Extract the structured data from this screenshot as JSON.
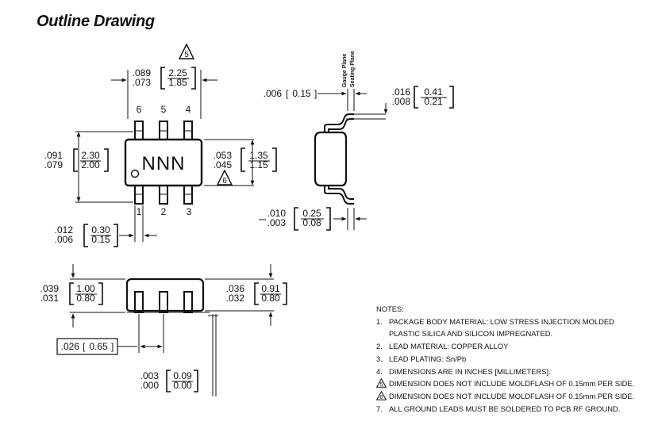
{
  "title": "Outline Drawing",
  "top_view": {
    "marking": "NNN",
    "pins_top": [
      "6",
      "5",
      "4"
    ],
    "pins_bottom": [
      "1",
      "2",
      "3"
    ],
    "lead_span": {
      "inch_max": ".089",
      "inch_min": ".073",
      "mm_max": "2.25",
      "mm_min": "1.85"
    },
    "overall_width": {
      "inch_max": ".091",
      "inch_min": ".079",
      "mm_max": "2.30",
      "mm_min": "2.00"
    },
    "body_width": {
      "inch_max": ".053",
      "inch_min": ".045",
      "mm_max": "1.35",
      "mm_min": "1.15"
    },
    "lead_width": {
      "inch_max": ".012",
      "inch_min": ".006",
      "mm_max": "0.30",
      "mm_min": "0.15"
    },
    "note_ref_top": "5",
    "note_ref_body": "6"
  },
  "side_view": {
    "gauge_plane": "Gauge Plane",
    "seating_plane": "Seating Plane",
    "gauge": {
      "inch": ".006",
      "mm": "0.15"
    },
    "foot_length": {
      "inch_max": ".016",
      "inch_min": ".008",
      "mm_max": "0.41",
      "mm_min": "0.21"
    },
    "lead_thickness": {
      "inch_max": ".010",
      "inch_min": ".003",
      "mm_max": "0.25",
      "mm_min": "0.08"
    }
  },
  "front_view": {
    "total_height": {
      "inch_max": ".039",
      "inch_min": ".031",
      "mm_max": "1.00",
      "mm_min": "0.80"
    },
    "body_height": {
      "inch_max": ".036",
      "inch_min": ".032",
      "mm_max": "0.91",
      "mm_min": "0.80"
    },
    "pitch": {
      "inch": ".026",
      "mm": "0.65"
    },
    "standoff": {
      "inch_max": ".003",
      "inch_min": ".000",
      "mm_max": "0.09",
      "mm_min": "0.00"
    }
  },
  "notes": {
    "heading": "NOTES:",
    "items": [
      {
        "num": "1.",
        "text": "PACKAGE BODY MATERIAL: LOW STRESS INJECTION MOLDED",
        "cont": "PLASTIC SILICA AND SILICON IMPREGNATED."
      },
      {
        "num": "2.",
        "text": "LEAD MATERIAL: COPPER ALLOY"
      },
      {
        "num": "3.",
        "text": "LEAD PLATING: Sn/Pb"
      },
      {
        "num": "4.",
        "text": "DIMENSIONS ARE IN INCHES [MILLIMETERS]."
      },
      {
        "num": "5",
        "tri": true,
        "text": "DIMENSION DOES NOT INCLUDE MOLDFLASH OF 0.15mm PER SIDE."
      },
      {
        "num": "6",
        "tri": true,
        "text": "DIMENSION DOES NOT INCLUDE MOLDFLASH OF 0.15mm PER SIDE."
      },
      {
        "num": "7.",
        "text": "ALL GROUND LEADS MUST BE SOLDERED TO PCB RF GROUND."
      }
    ]
  }
}
